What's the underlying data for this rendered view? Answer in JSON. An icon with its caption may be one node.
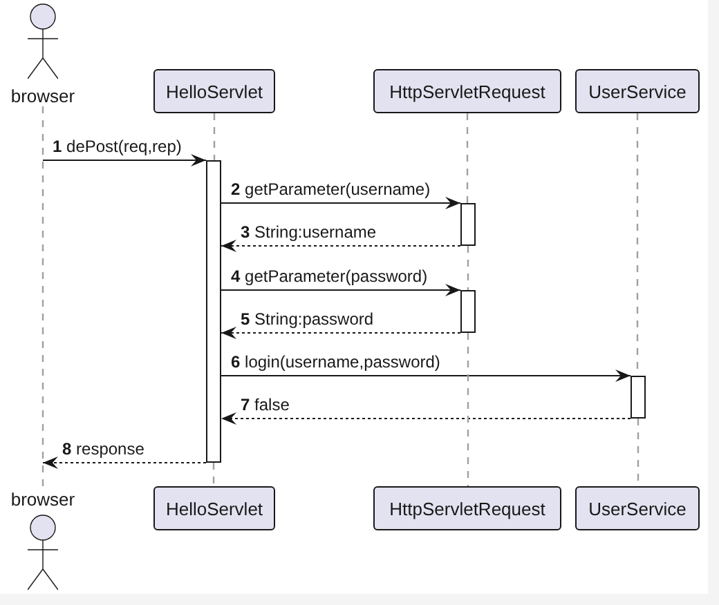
{
  "diagram": {
    "nodes": [
      {
        "text": [
          "browser"
        ]
      },
      {
        "text": [
          "HelloServlet"
        ]
      },
      {
        "text": [
          "HttpServletRequest"
        ]
      },
      {
        "text": [
          "UserService"
        ]
      },
      {
        "text": [],
        "shape": "bar"
      },
      {
        "text": [],
        "shape": "bar"
      },
      {
        "text": [],
        "shape": "bar"
      },
      {
        "text": [],
        "shape": "bar"
      },
      {
        "text": [
          "browser"
        ]
      },
      {
        "text": [
          "HelloServlet"
        ]
      },
      {
        "text": [
          "HttpServletRequest"
        ]
      },
      {
        "text": [
          "UserService"
        ]
      }
    ],
    "edges": [
      {
        "from": null,
        "to": 4,
        "arrow": "to",
        "label": "**1** dePost(req,rep)"
      },
      {
        "from": 4,
        "to": 5,
        "arrow": "to",
        "label": "**2** getParameter(username)"
      },
      {
        "from": 5,
        "to": 4,
        "arrow": "to",
        "label": "**3** String:username",
        "style": "dashed"
      },
      {
        "from": 4,
        "to": 6,
        "arrow": "to",
        "label": "**4** getParameter(password)"
      },
      {
        "from": 6,
        "to": 4,
        "arrow": "to",
        "label": "**5** String:password",
        "style": "dashed"
      },
      {
        "from": 4,
        "to": 7,
        "arrow": "to",
        "label": "**6** login(username,password)"
      },
      {
        "from": 7,
        "to": 4,
        "arrow": "to",
        "label": "**7** false",
        "style": "dashed"
      },
      {
        "from": 4,
        "to": 8,
        "arrow": "to",
        "label": "**8** response",
        "style": "dashed"
      },
      {
        "from": 0,
        "to": 8,
        "arrow": "none",
        "style": "dashed",
        "color": "#a0a0a0"
      },
      {
        "from": 1,
        "to": 4,
        "arrow": "none",
        "style": "dashed",
        "color": "#a0a0a0"
      },
      {
        "from": 4,
        "to": 9,
        "arrow": "none",
        "style": "dashed",
        "color": "#a0a0a0"
      },
      {
        "from": 2,
        "to": 5,
        "arrow": "none",
        "style": "dashed",
        "color": "#a0a0a0"
      },
      {
        "from": 5,
        "to": 6,
        "arrow": "none",
        "style": "dashed",
        "color": "#a0a0a0"
      },
      {
        "from": 6,
        "to": 10,
        "arrow": "none",
        "style": "dashed",
        "color": "#a0a0a0"
      },
      {
        "from": 3,
        "to": 7,
        "arrow": "none",
        "style": "dashed",
        "color": "#a0a0a0"
      },
      {
        "from": 7,
        "to": 11,
        "arrow": "none",
        "style": "dashed",
        "color": "#a0a0a0"
      }
    ]
  }
}
